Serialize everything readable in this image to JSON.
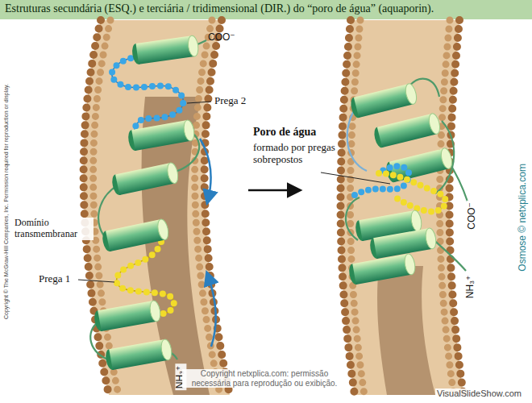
{
  "diagram": {
    "title": "Estruturas secundária (ESQ.) e terciária / tridimensional (DIR.) do “poro de água” (aquaporin).",
    "labels": [
      "Prega 2",
      "Poro de água",
      "formado por pregas sobrepostos",
      "Domínio transmembranar",
      "Prega 1",
      "COO⁻",
      "COO⁻",
      "NH₃⁺",
      "NH₃⁺",
      "Copyright © The McGraw-Hill Companies, Inc. Permission required for reproduction or display.",
      "Osmose © netxplica.com",
      "Copyright netxplica.com: permissão necessária para reprodução ou exibição.",
      "VisualSlideShow.com"
    ]
  }
}
